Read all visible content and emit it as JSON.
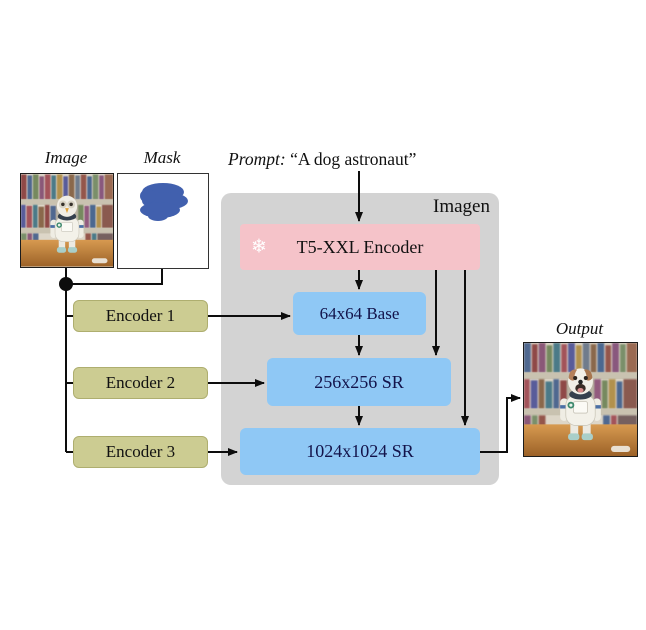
{
  "figure": {
    "input_image_label": "Image",
    "mask_label": "Mask",
    "prompt_label": "Prompt:",
    "prompt_text": "“A dog astronaut”",
    "output_label": "Output"
  },
  "panel": {
    "title": "Imagen",
    "frozen_icon": "❄",
    "nodes": {
      "t5": "T5-XXL Encoder",
      "base": "64x64 Base",
      "sr256": "256x256 SR",
      "sr1024": "1024x1024 SR"
    }
  },
  "encoders": {
    "e1": "Encoder 1",
    "e2": "Encoder 2",
    "e3": "Encoder 3"
  },
  "colors": {
    "panel_bg": "#d3d3d3",
    "frozen_box_bg": "#f5c3c9",
    "diffusion_box_bg": "#8fc8f5",
    "image_encoder_box_bg": "#cccc92",
    "image_encoder_box_border": "#aeae6f",
    "diffusion_box_text": "#13134a",
    "mask_blob": "#4160ae",
    "line": "#0d0d0d"
  }
}
